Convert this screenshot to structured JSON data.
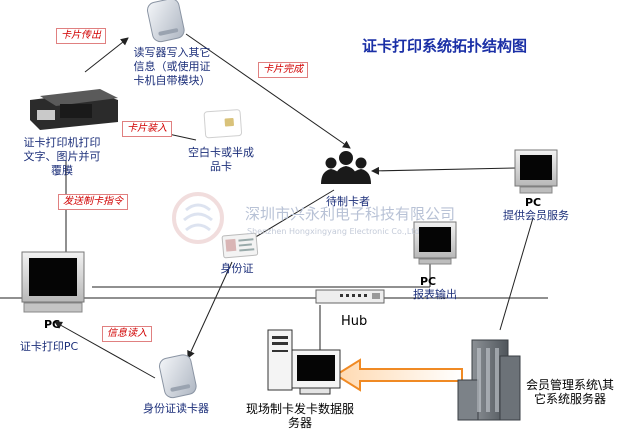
{
  "title": "证卡打印系统拓扑结构图",
  "nodes": {
    "reader_writer": "读写器写入其它信息（或使用证卡机自带模块）",
    "card_printer": "证卡打印机打印文字、图片并可覆膜",
    "blank_card": "空白卡或半成品卡",
    "waiting_card": "待制卡者",
    "pc_right_prefix": "PC",
    "pc_right_label": "提供会员服务",
    "pc_left_prefix": "PC",
    "pc_left_label": "证卡打印PC",
    "id_card": "身份证",
    "pc_report_prefix": "PC",
    "pc_report_label": "报表输出",
    "hub": "Hub",
    "id_reader": "身份证读卡器",
    "onsite_server": "现场制卡发卡数据服务器",
    "member_server": "会员管理系统\\其它系统服务器"
  },
  "tags": {
    "card_out": "卡片传出",
    "card_done": "卡片完成",
    "card_in": "卡片装入",
    "send_cmd": "发送制卡指令",
    "info_read": "信息读入"
  },
  "watermark": {
    "cn": "深圳市兴永利电子科技有限公司",
    "en": "Shenzhen Hongxingyang Electronic Co.,Ltd"
  }
}
